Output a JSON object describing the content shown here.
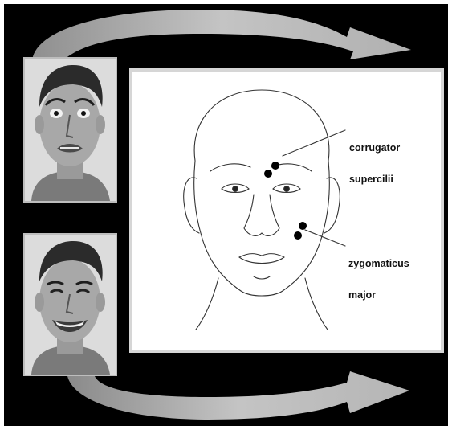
{
  "figure": {
    "colors": {
      "background": "#000000",
      "arrow": "#b5b5b5",
      "panel": "#ffffff",
      "panel_border": "#d6d6d6",
      "electrode": "#000000"
    },
    "photos": [
      {
        "expression": "fear"
      },
      {
        "expression": "happy"
      }
    ],
    "muscles": {
      "corrugator": {
        "line1": "corrugator",
        "line2": "supercilii"
      },
      "zygomaticus": {
        "line1": "zygomaticus",
        "line2": "major"
      }
    }
  }
}
